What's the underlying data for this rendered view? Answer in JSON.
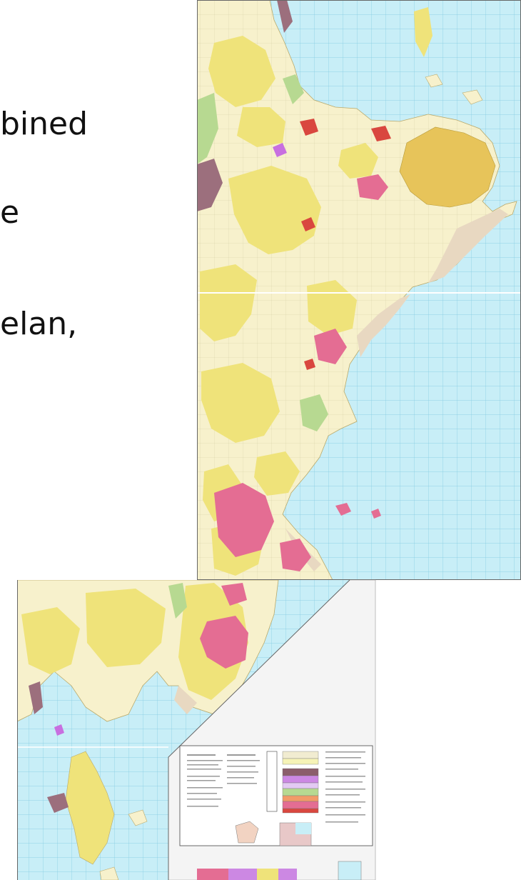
{
  "slide": {
    "text_fragments": [
      "bined",
      "e",
      "elan,"
    ]
  },
  "colors": {
    "sea": "#c8eef7",
    "sea_grid": "#7fc9e0",
    "land_pale": "#f7f1cc",
    "land_yellow": "#efe37a",
    "land_gold": "#e7c45a",
    "granite_pink": "#e46d93",
    "red_unit": "#d9473f",
    "green_unit": "#b7d991",
    "sand": "#e8d8c1",
    "mauve": "#9c6f7d",
    "purple": "#c86fe0",
    "legend_panel": "#f4f4f4"
  }
}
